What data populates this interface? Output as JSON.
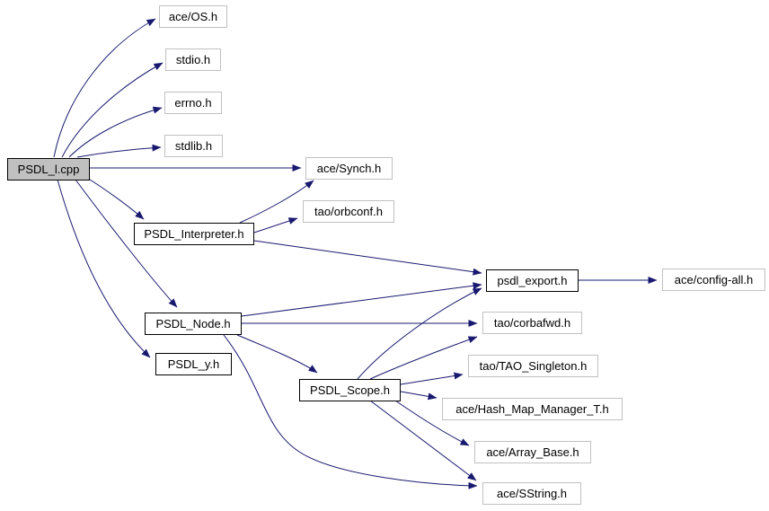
{
  "diagram": {
    "type": "include-dependency-graph",
    "edge_color": "#191970",
    "root_fill": "#c0c0c0",
    "external_border": "#c0c0c0",
    "internal_border": "#000000",
    "nodes": {
      "psdl_l_cpp": {
        "label": "PSDL_l.cpp",
        "style": "root"
      },
      "ace_os": {
        "label": "ace/OS.h",
        "style": "external"
      },
      "stdio": {
        "label": "stdio.h",
        "style": "external"
      },
      "errno": {
        "label": "errno.h",
        "style": "external"
      },
      "stdlib": {
        "label": "stdlib.h",
        "style": "external"
      },
      "ace_synch": {
        "label": "ace/Synch.h",
        "style": "external"
      },
      "tao_orbconf": {
        "label": "tao/orbconf.h",
        "style": "external"
      },
      "psdl_interpreter": {
        "label": "PSDL_Interpreter.h",
        "style": "internal"
      },
      "psdl_export": {
        "label": "psdl_export.h",
        "style": "internal"
      },
      "ace_config_all": {
        "label": "ace/config-all.h",
        "style": "external"
      },
      "psdl_node": {
        "label": "PSDL_Node.h",
        "style": "internal"
      },
      "tao_corbafwd": {
        "label": "tao/corbafwd.h",
        "style": "external"
      },
      "psdl_y": {
        "label": "PSDL_y.h",
        "style": "internal"
      },
      "tao_tao_singleton": {
        "label": "tao/TAO_Singleton.h",
        "style": "external"
      },
      "psdl_scope": {
        "label": "PSDL_Scope.h",
        "style": "internal"
      },
      "ace_hash_map_manager_t": {
        "label": "ace/Hash_Map_Manager_T.h",
        "style": "external"
      },
      "ace_array_base": {
        "label": "ace/Array_Base.h",
        "style": "external"
      },
      "ace_sstring": {
        "label": "ace/SString.h",
        "style": "external"
      }
    },
    "edges": [
      {
        "from": "PSDL_l.cpp",
        "to": "ace/OS.h"
      },
      {
        "from": "PSDL_l.cpp",
        "to": "stdio.h"
      },
      {
        "from": "PSDL_l.cpp",
        "to": "errno.h"
      },
      {
        "from": "PSDL_l.cpp",
        "to": "stdlib.h"
      },
      {
        "from": "PSDL_l.cpp",
        "to": "ace/Synch.h"
      },
      {
        "from": "PSDL_l.cpp",
        "to": "PSDL_Interpreter.h"
      },
      {
        "from": "PSDL_l.cpp",
        "to": "PSDL_Node.h"
      },
      {
        "from": "PSDL_l.cpp",
        "to": "PSDL_y.h"
      },
      {
        "from": "PSDL_Interpreter.h",
        "to": "ace/Synch.h"
      },
      {
        "from": "PSDL_Interpreter.h",
        "to": "tao/orbconf.h"
      },
      {
        "from": "PSDL_Interpreter.h",
        "to": "psdl_export.h"
      },
      {
        "from": "psdl_export.h",
        "to": "ace/config-all.h"
      },
      {
        "from": "PSDL_Node.h",
        "to": "psdl_export.h"
      },
      {
        "from": "PSDL_Node.h",
        "to": "tao/corbafwd.h"
      },
      {
        "from": "PSDL_Node.h",
        "to": "PSDL_Scope.h"
      },
      {
        "from": "PSDL_Node.h",
        "to": "ace/SString.h"
      },
      {
        "from": "PSDL_Scope.h",
        "to": "psdl_export.h"
      },
      {
        "from": "PSDL_Scope.h",
        "to": "tao/corbafwd.h"
      },
      {
        "from": "PSDL_Scope.h",
        "to": "tao/TAO_Singleton.h"
      },
      {
        "from": "PSDL_Scope.h",
        "to": "ace/Hash_Map_Manager_T.h"
      },
      {
        "from": "PSDL_Scope.h",
        "to": "ace/Array_Base.h"
      },
      {
        "from": "PSDL_Scope.h",
        "to": "ace/SString.h"
      }
    ]
  }
}
